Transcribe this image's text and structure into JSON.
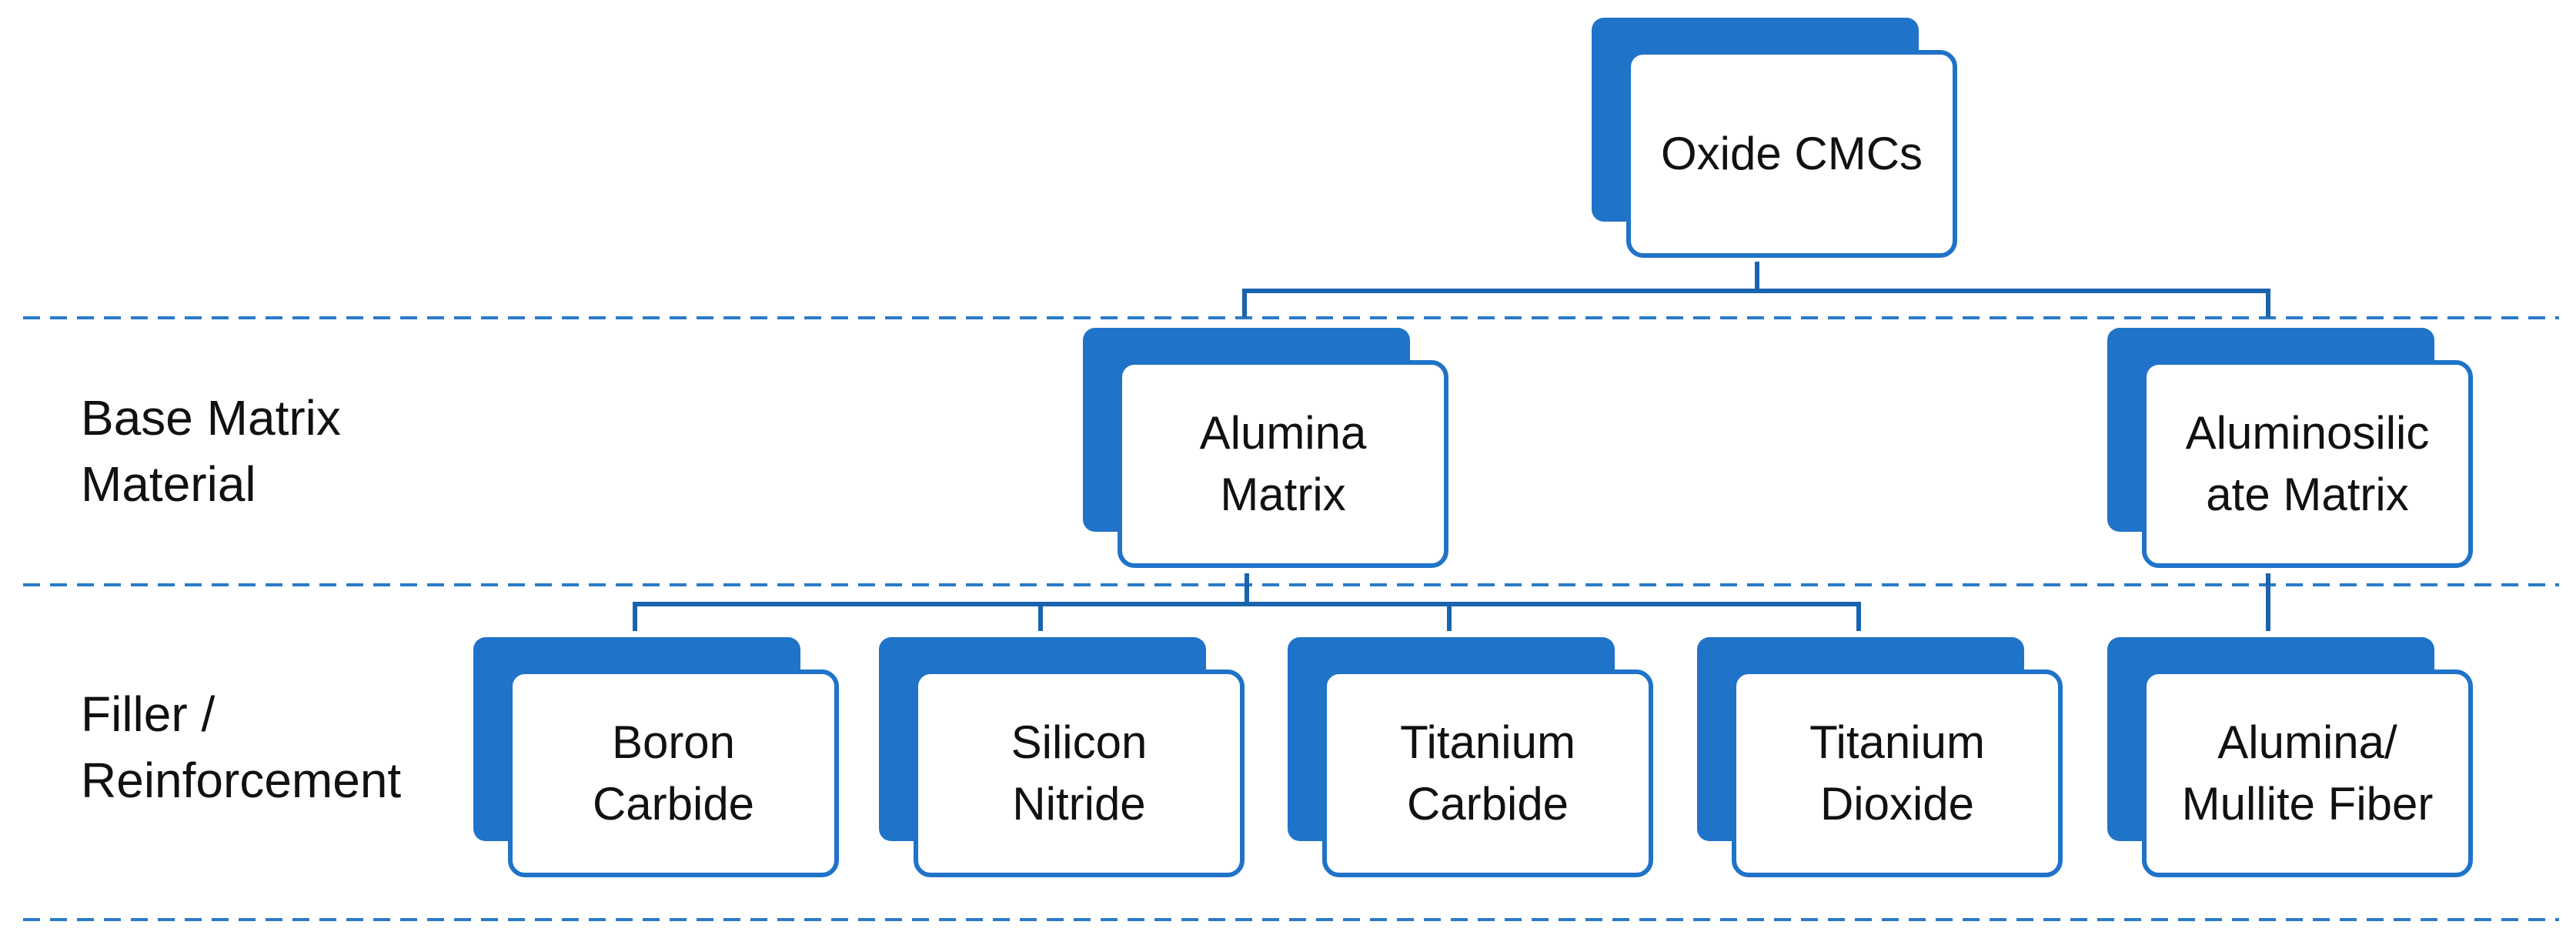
{
  "colors": {
    "accent": "#1f73c8",
    "line": "#1a63ad",
    "dashed": "#2a7ac9"
  },
  "levels": {
    "base": "Base Matrix\nMaterial",
    "filler": "Filler /\nReinforcement"
  },
  "nodes": {
    "root": "Oxide CMCs",
    "alumina": "Alumina\nMatrix",
    "aluminosilicate": "Aluminosilic\nate Matrix",
    "boron": "Boron\nCarbide",
    "silicon": "Silicon\nNitride",
    "ti_carbide": "Titanium\nCarbide",
    "ti_dioxide": "Titanium\nDioxide",
    "fiber": "Alumina/\nMullite Fiber"
  }
}
